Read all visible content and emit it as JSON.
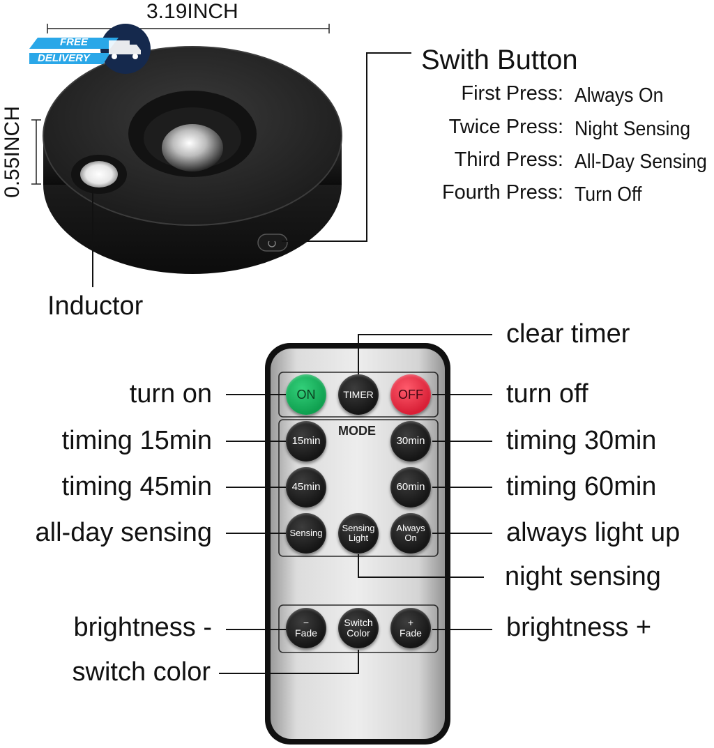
{
  "badge": {
    "line1": "FREE",
    "line2": "DELIVERY",
    "icon": "delivery-truck-icon"
  },
  "dimensions": {
    "width": "3.19INCH",
    "height": "0.55INCH"
  },
  "switch_button": {
    "title": "Swith Button",
    "presses": [
      {
        "label": "First Press:",
        "action": "Always On"
      },
      {
        "label": "Twice Press:",
        "action": "Night Sensing"
      },
      {
        "label": "Third Press:",
        "action": "All-Day Sensing"
      },
      {
        "label": "Fourth Press:",
        "action": "Turn Off"
      }
    ]
  },
  "inductor_label": "Inductor",
  "remote": {
    "mode_label": "MODE",
    "buttons": {
      "on": "ON",
      "timer": "TIMER",
      "off": "OFF",
      "min15": "15min",
      "min30": "30min",
      "min45": "45min",
      "min60": "60min",
      "sensing": "Sensing",
      "sensing_light": "Sensing\nLight",
      "always_on": "Always\nOn",
      "fade_minus_sign": "−",
      "fade_minus": "Fade",
      "switch_color": "Switch\nColor",
      "fade_plus_sign": "+",
      "fade_plus": "Fade"
    }
  },
  "callouts": {
    "clear_timer": "clear timer",
    "turn_on": "turn on",
    "turn_off": "turn off",
    "timing_15": "timing 15min",
    "timing_30": "timing 30min",
    "timing_45": "timing 45min",
    "timing_60": "timing 60min",
    "all_day_sensing": "all-day sensing",
    "always_light_up": "always light up",
    "night_sensing": "night sensing",
    "brightness_minus": "brightness -",
    "brightness_plus": "brightness +",
    "switch_color": "switch color"
  },
  "colors": {
    "on_button": "#19b45f",
    "off_button": "#e8334a",
    "badge_blue": "#2aa7e8",
    "badge_navy": "#15294d"
  }
}
